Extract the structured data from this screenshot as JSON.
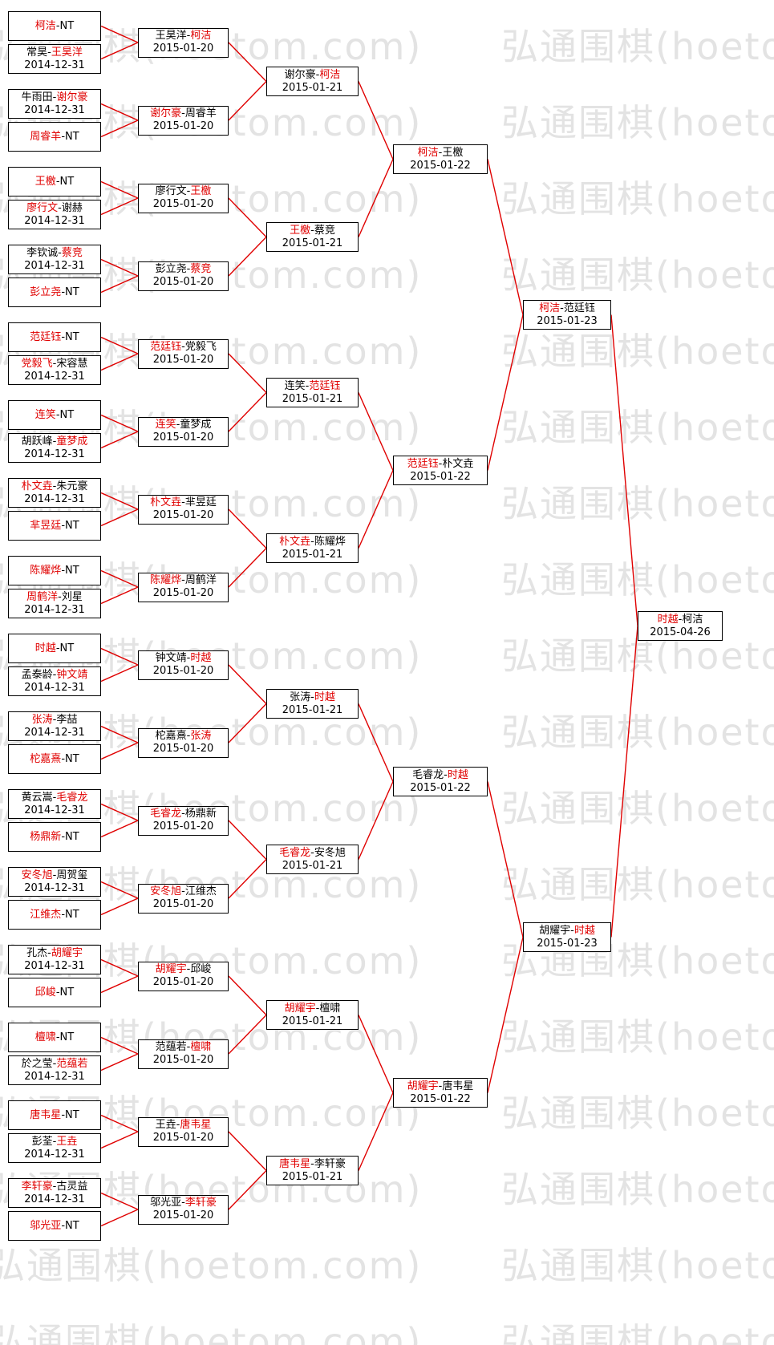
{
  "watermark": {
    "text": "弘通围棋(hoetom.com)",
    "color": "#e3e3e3"
  },
  "colors": {
    "winner": "#e00000",
    "line": "#e00000",
    "border": "#000000"
  },
  "rounds": [
    {
      "matches": [
        {
          "p1": "柯洁",
          "p2": "NT",
          "red": 1,
          "date": ""
        },
        {
          "p1": "常昊",
          "p2": "王昊洋",
          "red": 2,
          "date": "2014-12-31"
        },
        {
          "p1": "牛雨田",
          "p2": "谢尔豪",
          "red": 2,
          "date": "2014-12-31"
        },
        {
          "p1": "周睿羊",
          "p2": "NT",
          "red": 1,
          "date": ""
        },
        {
          "p1": "王檄",
          "p2": "NT",
          "red": 1,
          "date": ""
        },
        {
          "p1": "廖行文",
          "p2": "谢赫",
          "red": 1,
          "date": "2014-12-31"
        },
        {
          "p1": "李钦诚",
          "p2": "蔡竞",
          "red": 2,
          "date": "2014-12-31"
        },
        {
          "p1": "彭立尧",
          "p2": "NT",
          "red": 1,
          "date": ""
        },
        {
          "p1": "范廷钰",
          "p2": "NT",
          "red": 1,
          "date": ""
        },
        {
          "p1": "党毅飞",
          "p2": "宋容慧",
          "red": 1,
          "date": "2014-12-31"
        },
        {
          "p1": "连笑",
          "p2": "NT",
          "red": 1,
          "date": ""
        },
        {
          "p1": "胡跃峰",
          "p2": "童梦成",
          "red": 2,
          "date": "2014-12-31"
        },
        {
          "p1": "朴文垚",
          "p2": "朱元豪",
          "red": 1,
          "date": "2014-12-31"
        },
        {
          "p1": "芈昱廷",
          "p2": "NT",
          "red": 1,
          "date": ""
        },
        {
          "p1": "陈耀烨",
          "p2": "NT",
          "red": 1,
          "date": ""
        },
        {
          "p1": "周鹤洋",
          "p2": "刘星",
          "red": 1,
          "date": "2014-12-31"
        },
        {
          "p1": "时越",
          "p2": "NT",
          "red": 1,
          "date": ""
        },
        {
          "p1": "孟泰龄",
          "p2": "钟文靖",
          "red": 2,
          "date": "2014-12-31"
        },
        {
          "p1": "张涛",
          "p2": "李喆",
          "red": 1,
          "date": "2014-12-31"
        },
        {
          "p1": "柁嘉熹",
          "p2": "NT",
          "red": 1,
          "date": ""
        },
        {
          "p1": "黄云嵩",
          "p2": "毛睿龙",
          "red": 2,
          "date": "2014-12-31"
        },
        {
          "p1": "杨鼎新",
          "p2": "NT",
          "red": 1,
          "date": ""
        },
        {
          "p1": "安冬旭",
          "p2": "周贺玺",
          "red": 1,
          "date": "2014-12-31"
        },
        {
          "p1": "江维杰",
          "p2": "NT",
          "red": 1,
          "date": ""
        },
        {
          "p1": "孔杰",
          "p2": "胡耀宇",
          "red": 2,
          "date": "2014-12-31"
        },
        {
          "p1": "邱峻",
          "p2": "NT",
          "red": 1,
          "date": ""
        },
        {
          "p1": "檀啸",
          "p2": "NT",
          "red": 1,
          "date": ""
        },
        {
          "p1": "於之莹",
          "p2": "范蕴若",
          "red": 2,
          "date": "2014-12-31"
        },
        {
          "p1": "唐韦星",
          "p2": "NT",
          "red": 1,
          "date": ""
        },
        {
          "p1": "彭荃",
          "p2": "王垚",
          "red": 2,
          "date": "2014-12-31"
        },
        {
          "p1": "李轩豪",
          "p2": "古灵益",
          "red": 1,
          "date": "2014-12-31"
        },
        {
          "p1": "邬光亚",
          "p2": "NT",
          "red": 1,
          "date": ""
        }
      ]
    },
    {
      "matches": [
        {
          "p1": "王昊洋",
          "p2": "柯洁",
          "red": 2,
          "date": "2015-01-20"
        },
        {
          "p1": "谢尔豪",
          "p2": "周睿羊",
          "red": 1,
          "date": "2015-01-20"
        },
        {
          "p1": "廖行文",
          "p2": "王檄",
          "red": 2,
          "date": "2015-01-20"
        },
        {
          "p1": "彭立尧",
          "p2": "蔡竞",
          "red": 2,
          "date": "2015-01-20"
        },
        {
          "p1": "范廷钰",
          "p2": "党毅飞",
          "red": 1,
          "date": "2015-01-20"
        },
        {
          "p1": "连笑",
          "p2": "童梦成",
          "red": 1,
          "date": "2015-01-20"
        },
        {
          "p1": "朴文垚",
          "p2": "芈昱廷",
          "red": 1,
          "date": "2015-01-20"
        },
        {
          "p1": "陈耀烨",
          "p2": "周鹤洋",
          "red": 1,
          "date": "2015-01-20"
        },
        {
          "p1": "钟文靖",
          "p2": "时越",
          "red": 2,
          "date": "2015-01-20"
        },
        {
          "p1": "柁嘉熹",
          "p2": "张涛",
          "red": 2,
          "date": "2015-01-20"
        },
        {
          "p1": "毛睿龙",
          "p2": "杨鼎新",
          "red": 1,
          "date": "2015-01-20"
        },
        {
          "p1": "安冬旭",
          "p2": "江维杰",
          "red": 1,
          "date": "2015-01-20"
        },
        {
          "p1": "胡耀宇",
          "p2": "邱峻",
          "red": 1,
          "date": "2015-01-20"
        },
        {
          "p1": "范蕴若",
          "p2": "檀啸",
          "red": 2,
          "date": "2015-01-20"
        },
        {
          "p1": "王垚",
          "p2": "唐韦星",
          "red": 2,
          "date": "2015-01-20"
        },
        {
          "p1": "邬光亚",
          "p2": "李轩豪",
          "red": 2,
          "date": "2015-01-20"
        }
      ]
    },
    {
      "matches": [
        {
          "p1": "谢尔豪",
          "p2": "柯洁",
          "red": 2,
          "date": "2015-01-21"
        },
        {
          "p1": "王檄",
          "p2": "蔡竞",
          "red": 1,
          "date": "2015-01-21"
        },
        {
          "p1": "连笑",
          "p2": "范廷钰",
          "red": 2,
          "date": "2015-01-21"
        },
        {
          "p1": "朴文垚",
          "p2": "陈耀烨",
          "red": 1,
          "date": "2015-01-21"
        },
        {
          "p1": "张涛",
          "p2": "时越",
          "red": 2,
          "date": "2015-01-21"
        },
        {
          "p1": "毛睿龙",
          "p2": "安冬旭",
          "red": 1,
          "date": "2015-01-21"
        },
        {
          "p1": "胡耀宇",
          "p2": "檀啸",
          "red": 1,
          "date": "2015-01-21"
        },
        {
          "p1": "唐韦星",
          "p2": "李轩豪",
          "red": 1,
          "date": "2015-01-21"
        }
      ]
    },
    {
      "matches": [
        {
          "p1": "柯洁",
          "p2": "王檄",
          "red": 1,
          "date": "2015-01-22"
        },
        {
          "p1": "范廷钰",
          "p2": "朴文垚",
          "red": 1,
          "date": "2015-01-22"
        },
        {
          "p1": "毛睿龙",
          "p2": "时越",
          "red": 2,
          "date": "2015-01-22"
        },
        {
          "p1": "胡耀宇",
          "p2": "唐韦星",
          "red": 1,
          "date": "2015-01-22"
        }
      ]
    },
    {
      "matches": [
        {
          "p1": "柯洁",
          "p2": "范廷钰",
          "red": 1,
          "date": "2015-01-23"
        },
        {
          "p1": "胡耀宇",
          "p2": "时越",
          "red": 2,
          "date": "2015-01-23"
        }
      ]
    },
    {
      "matches": [
        {
          "p1": "时越",
          "p2": "柯洁",
          "red": 1,
          "date": "2015-04-26"
        }
      ]
    }
  ]
}
